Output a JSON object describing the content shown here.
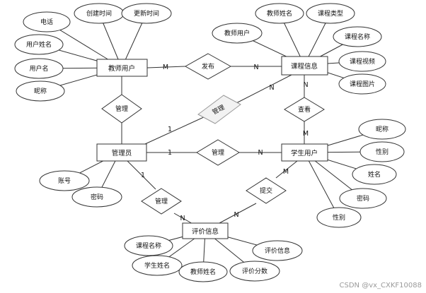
{
  "entities": {
    "teacher": "教师用户",
    "course": "课程信息",
    "admin": "管理员",
    "student": "学生用户",
    "review": "评价信息"
  },
  "relations": {
    "publish": "发布",
    "manage_teacher": "管理",
    "manage_course": "管理",
    "view": "查看",
    "manage_student": "管理",
    "manage_review": "管理",
    "submit": "提交"
  },
  "attributes": {
    "teacher": [
      "电话",
      "创建时间",
      "更新时间",
      "用户姓名",
      "用户名",
      "昵称"
    ],
    "course": [
      "教师姓名",
      "课程类型",
      "教师用户",
      "课程名称",
      "课程视频",
      "课程图片"
    ],
    "student": [
      "昵称",
      "性别",
      "姓名",
      "密码",
      "性别"
    ],
    "admin": [
      "账号",
      "密码"
    ],
    "review": [
      "课程名称",
      "评价信息",
      "学生姓名",
      "教师姓名",
      "评价分数"
    ]
  },
  "cardinalities": {
    "teacher_publish": "M",
    "publish_course": "N",
    "admin_course": "1",
    "manage_course_course": "N",
    "course_view": "N",
    "view_student": "M",
    "admin_student": "1",
    "manage_student": "N",
    "admin_review": "1",
    "manage_review": "N",
    "student_submit": "M",
    "submit_review": "N"
  },
  "watermark": "CSDN @vx_CXKF10088"
}
